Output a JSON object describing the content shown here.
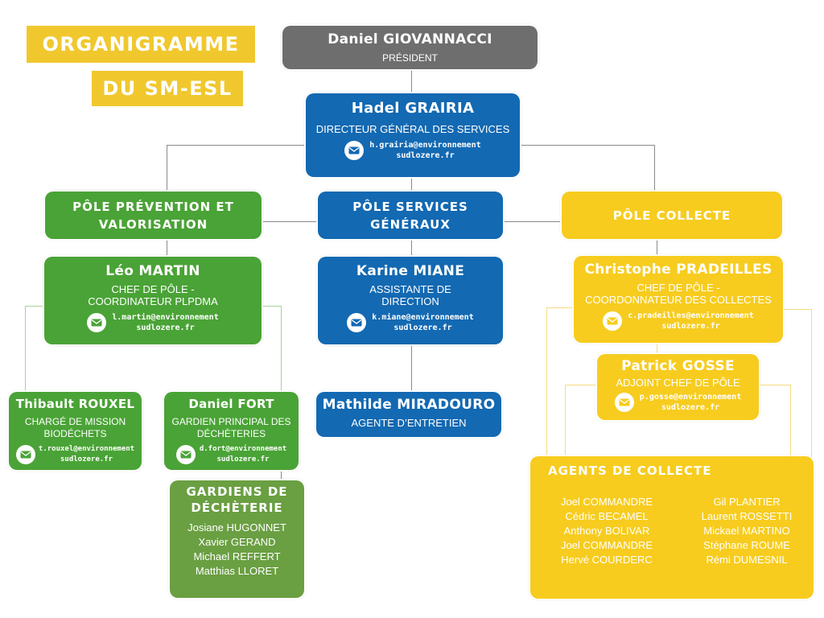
{
  "title": {
    "line1": "ORGANIGRAMME",
    "line2": "DU SM-ESL"
  },
  "colors": {
    "president": "#6e6e6e",
    "services": "#1369b2",
    "prevention": "#4aa336",
    "gardiens": "#6a9f42",
    "collecte": "#f7cc1f",
    "title": "#f0c82e"
  },
  "president": {
    "name": "Daniel GIOVANNACCI",
    "role": "PRÉSIDENT"
  },
  "dgs": {
    "name": "Hadel GRAIRIA",
    "role": "DIRECTEUR GÉNÉRAL DES SERVICES",
    "email1": "h.grairia@environnement",
    "email2": "sudlozere.fr",
    "icon": "mail-icon"
  },
  "poles": {
    "prevention": {
      "line1": "PÔLE PRÉVENTION ET",
      "line2": "VALORISATION"
    },
    "services": {
      "line1": "PÔLE SERVICES",
      "line2": "GÉNÉRAUX"
    },
    "collecte": {
      "line1": "PÔLE COLLECTE"
    }
  },
  "prevention": {
    "chef": {
      "name": "Léo MARTIN",
      "role1": "CHEF DE PÔLE -",
      "role2": "COORDINATEUR PLPDMA",
      "email1": "l.martin@environnement",
      "email2": "sudlozere.fr"
    },
    "rouxel": {
      "name": "Thibault ROUXEL",
      "role1": "CHARGÉ DE MISSION",
      "role2": "BIODÉCHETS",
      "email1": "t.rouxel@environnement",
      "email2": "sudlozere.fr"
    },
    "fort": {
      "name": "Daniel FORT",
      "role1": "GARDIEN PRINCIPAL DES",
      "role2": "DÉCHÈTERIES",
      "email1": "d.fort@environnement",
      "email2": "sudlozere.fr"
    },
    "gardiens": {
      "title1": "GARDIENS DE",
      "title2": "DÉCHÈTERIE",
      "members": [
        "Josiane HUGONNET",
        "Xavier GERAND",
        "Michael REFFERT",
        "Matthias LLORET"
      ]
    }
  },
  "services": {
    "miane": {
      "name": "Karine MIANE",
      "role1": "ASSISTANTE DE",
      "role2": "DIRECTION",
      "email1": "k.miane@environnement",
      "email2": "sudlozere.fr"
    },
    "miradouro": {
      "name": "Mathilde MIRADOURO",
      "role": "AGENTE D’ENTRETIEN"
    }
  },
  "collecte": {
    "chef": {
      "name": "Christophe PRADEILLES",
      "role1": "CHEF DE PÔLE -",
      "role2": "COORDONNATEUR DES COLLECTES",
      "email1": "c.pradeilles@environnement",
      "email2": "sudlozere.fr"
    },
    "adjoint": {
      "name": "Patrick GOSSE",
      "role": "ADJOINT CHEF DE PÔLE",
      "email1": "p.gosse@environnement",
      "email2": "sudlozere.fr"
    },
    "agents": {
      "title": "AGENTS DE COLLECTE",
      "col1": [
        "Joel COMMANDRE",
        "Cédric BECAMEL",
        "Anthony BOLIVAR",
        "Joel COMMANDRE",
        "Hervé COURDERC"
      ],
      "col2": [
        "Gil PLANTIER",
        "Laurent ROSSETTI",
        "Mickael MARTINO",
        "Stéphane ROUME",
        "Rémi DUMESNIL"
      ]
    }
  }
}
